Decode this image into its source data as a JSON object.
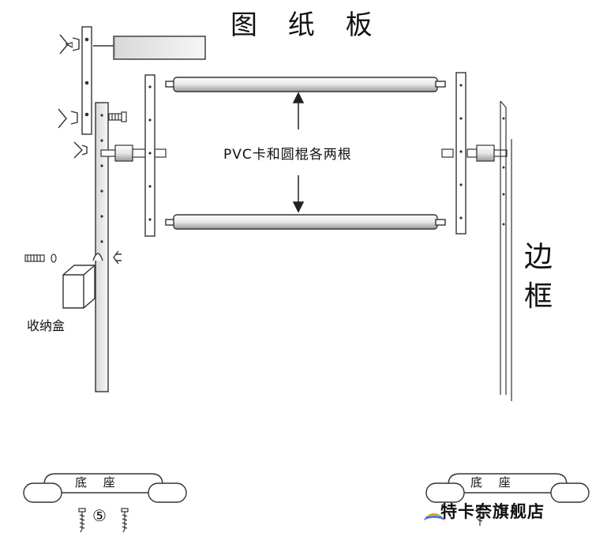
{
  "title": "图 纸 板",
  "center_label": "PVC卡和圆棍各两根",
  "side_label_1": "边",
  "side_label_2": "框",
  "storage_box_label": "收纳盒",
  "base_label_left": "底 座",
  "base_label_right": "底 座",
  "step_number": "⑤",
  "brand_text": "特卡奈旗舰店",
  "colors": {
    "line": "#333333",
    "fill": "#ffffff",
    "shade": "#dcdcdc"
  }
}
